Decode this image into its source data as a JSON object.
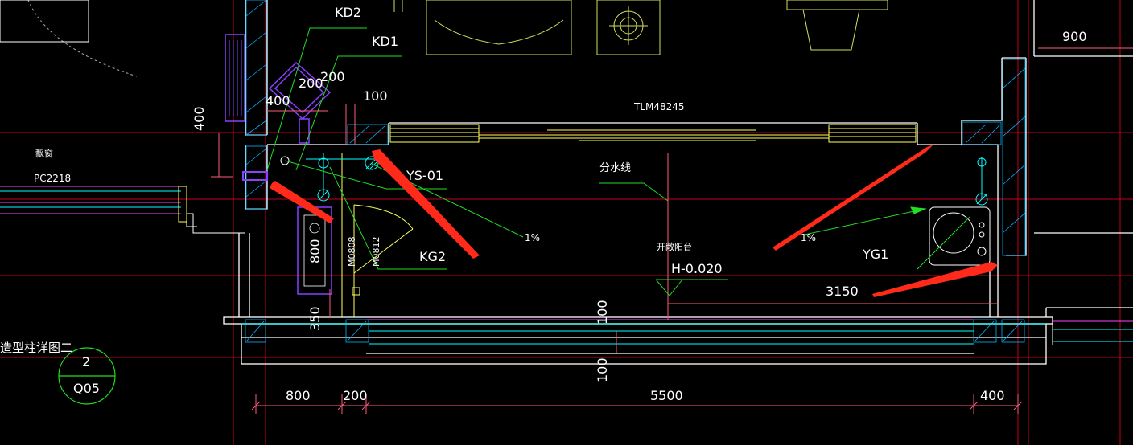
{
  "drawing": {
    "labels": {
      "kd2": "KD2",
      "kd1": "KD1",
      "dim_900": "900",
      "dim_200": "200",
      "dim_200b": "200",
      "dim_400_top": "400",
      "dim_100_top": "100",
      "dim_400_left": "400",
      "tlm": "TLM48245",
      "window_label": "飘窗",
      "pc": "PC2218",
      "ys01": "YS-01",
      "fenshuixian": "分水线",
      "slope1": "1%",
      "slope2": "1%",
      "kg2": "KG2",
      "m0808": "M0808",
      "m0812": "M0812",
      "dim_800_v": "800",
      "balcony": "开敞阳台",
      "elevation": "H-0.020",
      "yg1": "YG1",
      "dim_3150": "3150",
      "dim_100_a": "100",
      "dim_100_b": "100",
      "dim_350": "350",
      "detail_text": "造型柱详图二",
      "detail_num": "2",
      "detail_ref": "Q05",
      "dim_800": "800",
      "dim_200_bottom": "200",
      "dim_5500": "5500",
      "dim_400_bottom": "400"
    },
    "colors": {
      "background": "#000000",
      "wall": "#ffffff",
      "axis": "#c8001a",
      "hatch": "#00b4ff",
      "fixture": "#ffff5a",
      "leader": "#22dd22",
      "dimension": "#ff5a7a",
      "window": "#ff40ff",
      "cyan": "#00ffff",
      "purple": "#8a40ff",
      "arrow": "#ff2a1a"
    }
  }
}
